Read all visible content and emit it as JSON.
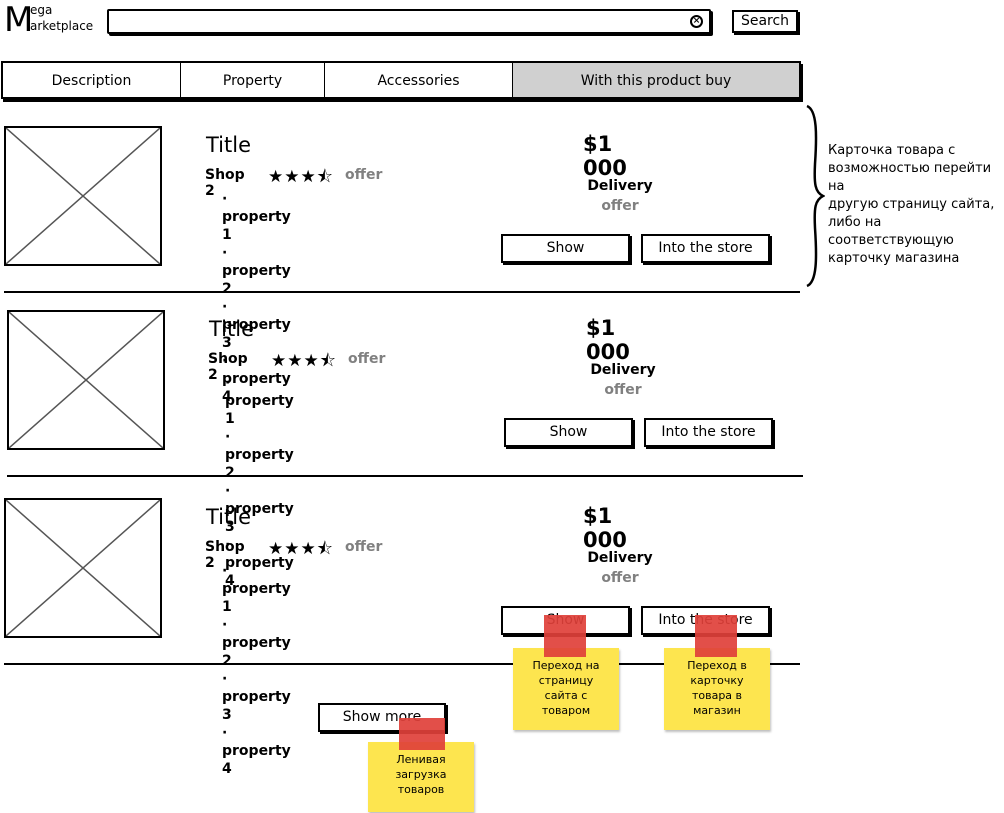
{
  "logo": {
    "m": "M",
    "line1": "ega",
    "line2": "arketplace"
  },
  "search": {
    "value": "",
    "clear_icon": "clear-icon",
    "button_label": "Search"
  },
  "tabs": [
    {
      "label": "Description"
    },
    {
      "label": "Property"
    },
    {
      "label": "Accessories"
    },
    {
      "label": "With this product buy"
    }
  ],
  "products": [
    {
      "title": "Title",
      "shop": "Shop 2",
      "rating": "★★★⯪",
      "offer": "offer",
      "properties": [
        "property 1",
        "property 2",
        "property 3",
        "property 4"
      ],
      "price": "$1 000",
      "delivery": "Delivery",
      "delivery_offer": "offer",
      "show_label": "Show",
      "store_label": "Into the store"
    },
    {
      "title": "Title",
      "shop": "Shop 2",
      "rating": "★★★⯪",
      "offer": "offer",
      "properties": [
        "property 1",
        "property 2",
        "property 3",
        "property 4"
      ],
      "price": "$1 000",
      "delivery": "Delivery",
      "delivery_offer": "offer",
      "show_label": "Show",
      "store_label": "Into the store"
    },
    {
      "title": "Title",
      "shop": "Shop 2",
      "rating": "★★★⯪",
      "offer": "offer",
      "properties": [
        "property 1",
        "property 2",
        "property 3",
        "property 4"
      ],
      "price": "$1 000",
      "delivery": "Delivery",
      "delivery_offer": "offer",
      "show_label": "Show",
      "store_label": "Into the store"
    }
  ],
  "show_more_label": "Show more",
  "annotation": {
    "lines": [
      "Карточка товара с",
      "возможностью перейти на",
      "другую страницу сайта,",
      "либо на",
      "соответствующую",
      "карточку магазина"
    ]
  },
  "notes": {
    "show": [
      "Переход на",
      "страницу",
      "сайта с",
      "товаром"
    ],
    "store": [
      "Переход в",
      "карточку",
      "товара в",
      "магазин"
    ],
    "lazy": [
      "Ленивая",
      "загрузка",
      "товаров"
    ]
  },
  "colors": {
    "tab_active": "#d0d0d0",
    "offer_gray": "#808080",
    "sticky": "#fde54f",
    "tape": "#e0403a"
  }
}
